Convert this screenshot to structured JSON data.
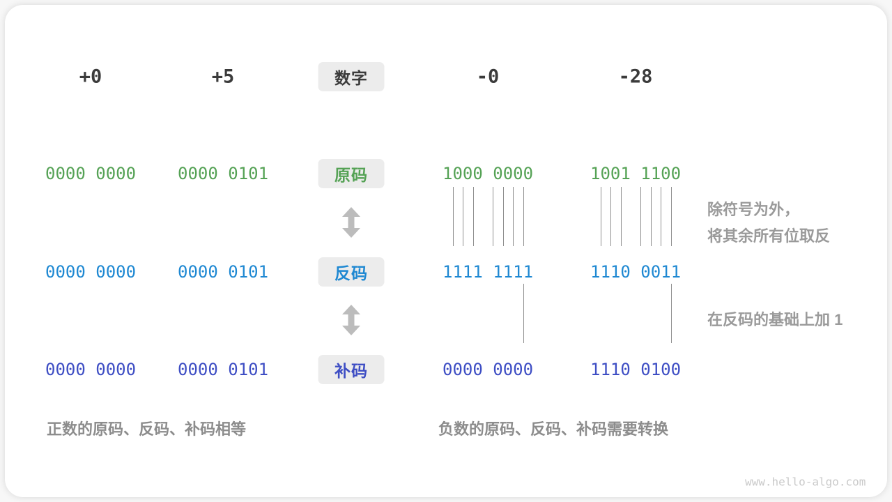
{
  "columns": {
    "headers": [
      "+0",
      "+5",
      "-0",
      "-28"
    ],
    "center_label": "数字"
  },
  "rows": [
    {
      "label": "原码",
      "color": "#55a255",
      "values": [
        "0000 0000",
        "0000 0101",
        "1000 0000",
        "1001 1100"
      ]
    },
    {
      "label": "反码",
      "color": "#1e88d2",
      "values": [
        "0000 0000",
        "0000 0101",
        "1111 1111",
        "1110 0011"
      ]
    },
    {
      "label": "补码",
      "color": "#3e4ec4",
      "values": [
        "0000 0000",
        "0000 0101",
        "0000 0000",
        "1110 0100"
      ]
    }
  ],
  "annotations": {
    "invert_line1": "除符号为外，",
    "invert_line2": "将其余所有位取反",
    "add_one": "在反码的基础上加 1"
  },
  "captions": {
    "positive": "正数的原码、反码、补码相等",
    "negative": "负数的原码、反码、补码需要转换"
  },
  "watermark": "www.hello-algo.com",
  "arrow_color": "#bcbcbc"
}
